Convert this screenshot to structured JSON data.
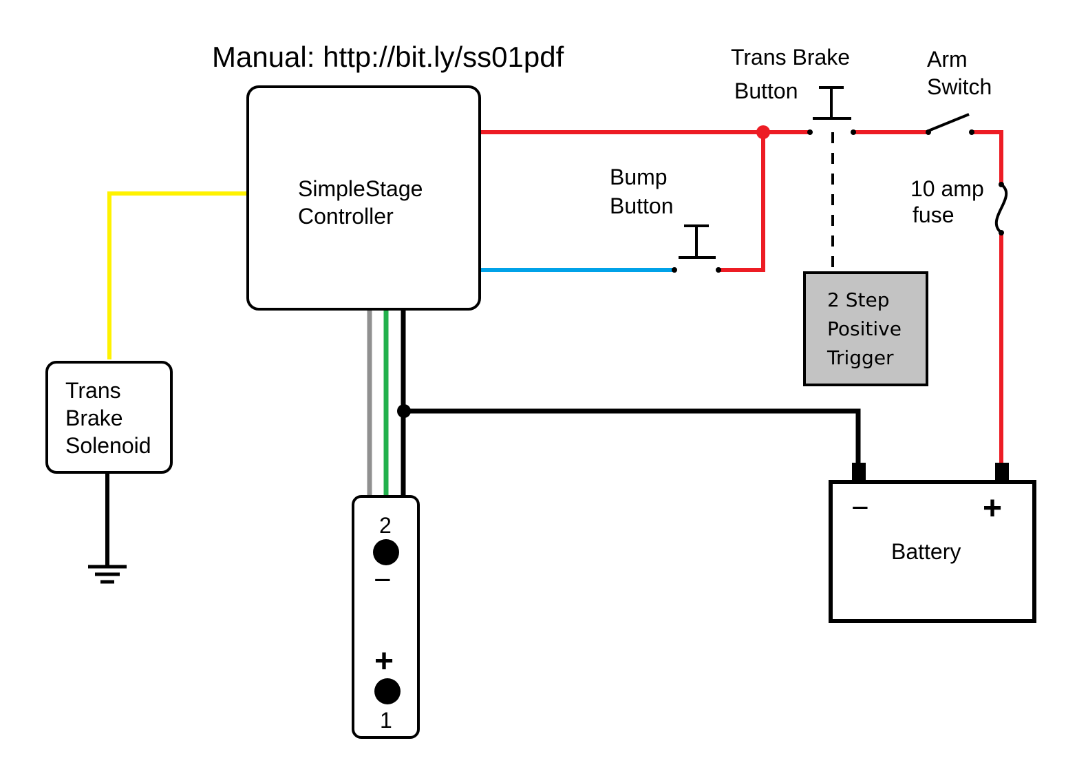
{
  "manual_label": "Manual: http://bit.ly/ss01pdf",
  "controller": {
    "line1": "SimpleStage",
    "line2": "Controller"
  },
  "solenoid": {
    "line1": "Trans",
    "line2": "Brake",
    "line3": "Solenoid"
  },
  "bump_button": {
    "line1": "Bump",
    "line2": "Button"
  },
  "trans_brake_button": {
    "line1": "Trans Brake",
    "line2": "Button"
  },
  "arm_switch": {
    "line1": "Arm",
    "line2": "Switch"
  },
  "fuse": {
    "line1": "10 amp",
    "line2": "fuse"
  },
  "two_step": {
    "line1": "2 Step",
    "line2": "Positive",
    "line3": "Trigger"
  },
  "battery": {
    "label": "Battery",
    "neg_sign": "−",
    "pos_sign": "+"
  },
  "connector": {
    "pin_top": "2",
    "pin_top_sign": "−",
    "pin_bottom_sign": "+",
    "pin_bottom": "1"
  },
  "colors": {
    "red_wire": "#ed1c24",
    "blue_wire": "#00a2e8",
    "yellow_wire": "#fff200",
    "green_wire": "#22b14c",
    "gray_wire": "#909090",
    "black_wire": "#000000",
    "two_step_fill": "#c3c3c3"
  },
  "icons": [
    "ground-icon",
    "pushbutton-icon",
    "switch-icon",
    "fuse-icon"
  ]
}
